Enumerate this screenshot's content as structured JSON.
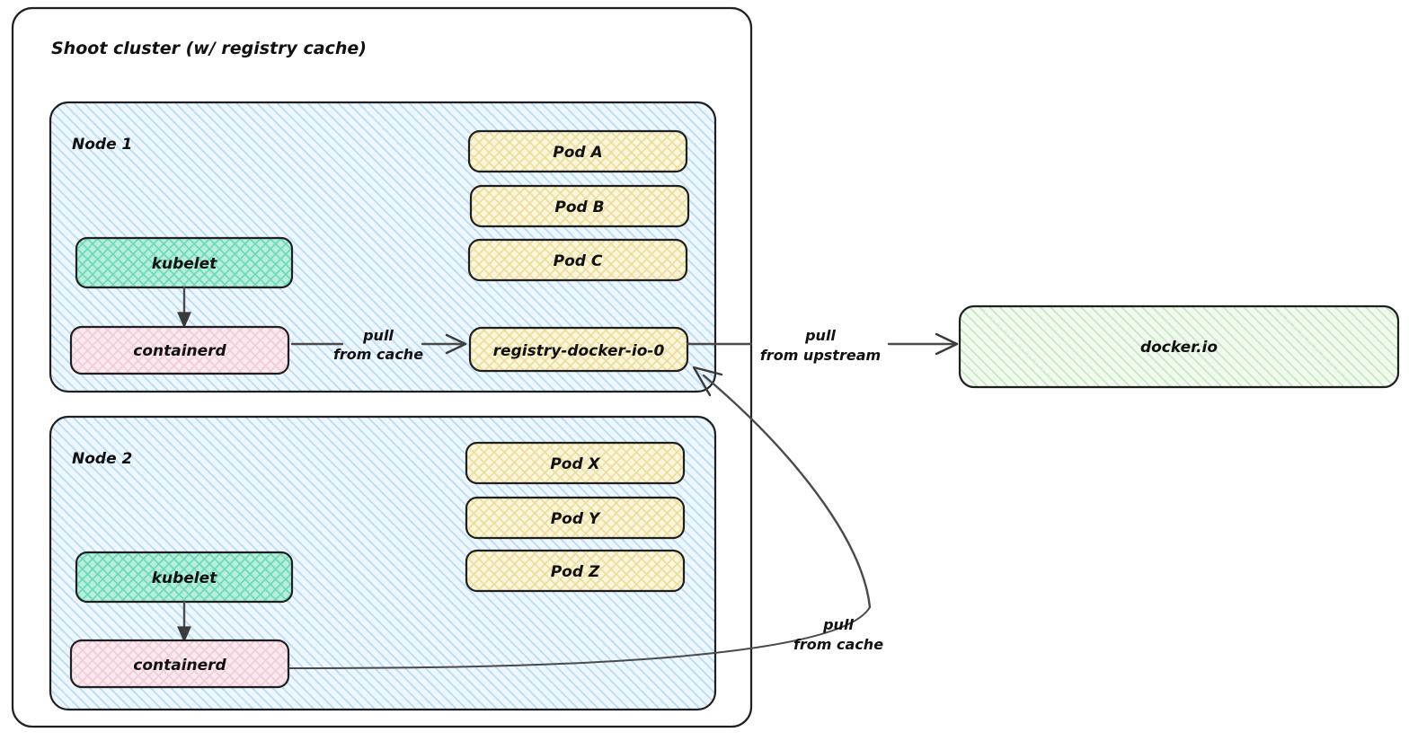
{
  "diagram": {
    "title": "Shoot cluster (w/ registry cache)",
    "type": "architecture-flow"
  },
  "cluster": {
    "label": "Shoot cluster (w/ registry cache)"
  },
  "nodes": [
    {
      "label": "Node 1",
      "kubelet": "kubelet",
      "containerd": "containerd",
      "pods": [
        "Pod A",
        "Pod B",
        "Pod C"
      ],
      "cache_pod": "registry-docker-io-0"
    },
    {
      "label": "Node 2",
      "kubelet": "kubelet",
      "containerd": "containerd",
      "pods": [
        "Pod X",
        "Pod Y",
        "Pod Z"
      ],
      "cache_pod": null
    }
  ],
  "external": {
    "registry_label": "docker.io"
  },
  "edges": [
    {
      "name": "node1-pull-from-cache",
      "line1": "pull",
      "line2": "from cache"
    },
    {
      "name": "pull-from-upstream",
      "line1": "pull",
      "line2": "from upstream"
    },
    {
      "name": "node2-pull-from-cache",
      "line1": "pull",
      "line2": "from cache"
    }
  ],
  "colors": {
    "node_fill": "#d9edfb",
    "node_hatch": "#a8d4f0",
    "pod_fill": "#f7f0c8",
    "pod_hatch": "#e8d98a",
    "kubelet_fill": "#a8ecd7",
    "kubelet_hatch": "#63d6b4",
    "containerd_fill": "#f6dde4",
    "containerd_hatch": "#edbcca",
    "external_fill": "#e8f6e6",
    "external_hatch": "#bde3b6",
    "stroke": "#1f1f1f",
    "edge": "#4a4a4a",
    "background": "#ffffff"
  }
}
